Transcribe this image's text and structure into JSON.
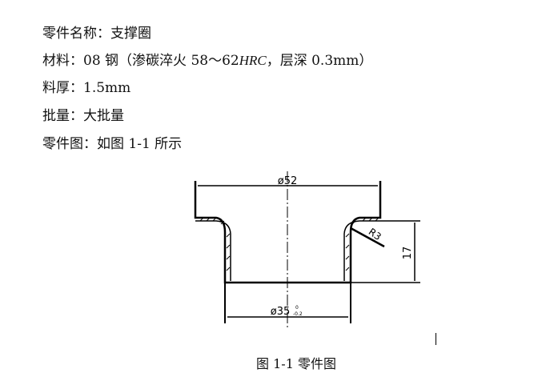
{
  "specs": {
    "part_name": "零件名称：支撑圈",
    "material_prefix": "材料：08 钢（渗碳淬火 58～62",
    "material_hrc": "HRC",
    "material_suffix": "，层深 0.3mm）",
    "thickness": "料厚：1.5mm",
    "batch": "批量：大批量",
    "drawing_ref": "零件图：如图 1-1 所示"
  },
  "drawing": {
    "dim_top": "ø52",
    "dim_bottom": "ø35",
    "dim_bottom_tol_upper": "0",
    "dim_bottom_tol_lower": "-0.2",
    "dim_height": "17",
    "dim_radius": "R3"
  },
  "caption": "图 1-1 零件图"
}
